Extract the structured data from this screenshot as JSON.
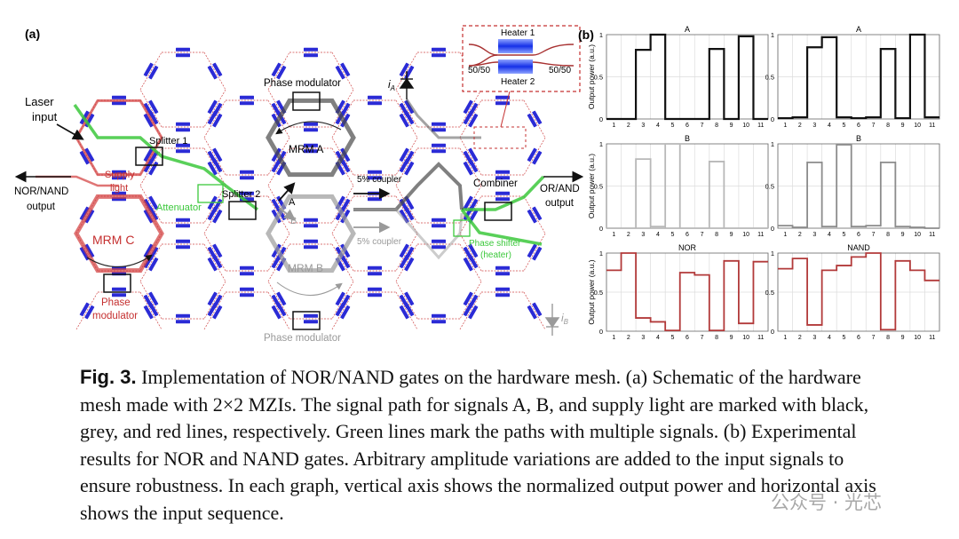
{
  "panel_a": {
    "tag": "(a)",
    "laser_input": [
      "Laser",
      "input"
    ],
    "nor_nand_output": [
      "NOR/NAND",
      "output"
    ],
    "or_and_output": [
      "OR/AND",
      "output"
    ],
    "splitter1": "Splitter 1",
    "splitter2": "Splitter 2",
    "supply_light": [
      "Supply",
      "light"
    ],
    "attenuator": "Attenuator",
    "mrm_c": "MRM C",
    "phase_modulator_c": [
      "Phase",
      "modulator"
    ],
    "phase_modulator_top": "Phase modulator",
    "phase_modulator_bottom": "Phase modulator",
    "mrm_a": "MRM A",
    "mrm_b": "MRM B",
    "a_label": "A",
    "b_label": "B",
    "coupler_top": "5% coupler",
    "coupler_bottom": "5% coupler",
    "combiner": "Combiner",
    "phase_shifter": [
      "Phase shifter",
      "(heater)"
    ],
    "i_a": "i",
    "i_a_sub": "A",
    "i_b": "i",
    "i_b_sub": "B",
    "inset": {
      "heater1": "Heater 1",
      "heater2": "Heater 2",
      "left_ratio": "50/50",
      "right_ratio": "50/50"
    },
    "colors": {
      "mzi": "#2b2bd6",
      "supply": "#d23a3a",
      "multi": "#3cc83c",
      "signal_a": "#4a4a4a",
      "signal_b": "#9a9a9a"
    }
  },
  "panel_b": {
    "tag": "(b)",
    "ylabel": "Output power (a.u.)",
    "x_ticks": [
      "1",
      "2",
      "3",
      "4",
      "5",
      "6",
      "7",
      "8",
      "9",
      "10",
      "11"
    ],
    "y_ticks": [
      "0",
      "0.5",
      "1"
    ]
  },
  "chart_data": [
    {
      "type": "line",
      "title": "A",
      "x": [
        1,
        2,
        3,
        4,
        5,
        6,
        7,
        8,
        9,
        10,
        11
      ],
      "values": [
        0,
        0,
        0.82,
        1.0,
        0,
        0,
        0,
        0.83,
        0,
        0.98,
        0
      ],
      "ylim": [
        0,
        1
      ],
      "color": "#111111"
    },
    {
      "type": "line",
      "title": "A",
      "x": [
        1,
        2,
        3,
        4,
        5,
        6,
        7,
        8,
        9,
        10,
        11
      ],
      "values": [
        0.01,
        0.02,
        0.85,
        0.97,
        0.02,
        0.01,
        0.02,
        0.83,
        0.01,
        1.0,
        0.02
      ],
      "ylim": [
        0,
        1
      ],
      "color": "#111111"
    },
    {
      "type": "line",
      "title": "B",
      "x": [
        1,
        2,
        3,
        4,
        5,
        6,
        7,
        8,
        9,
        10,
        11
      ],
      "values": [
        0,
        0,
        0.82,
        0.02,
        1.0,
        0,
        0,
        0.79,
        0,
        0,
        0
      ],
      "ylim": [
        0,
        1
      ],
      "color": "#b8b8b8"
    },
    {
      "type": "line",
      "title": "B",
      "x": [
        1,
        2,
        3,
        4,
        5,
        6,
        7,
        8,
        9,
        10,
        11
      ],
      "values": [
        0.03,
        0.01,
        0.78,
        0.02,
        0.99,
        0.02,
        0.03,
        0.78,
        0.02,
        0.01,
        0
      ],
      "ylim": [
        0,
        1
      ],
      "color": "#8c8c8c"
    },
    {
      "type": "line",
      "title": "NOR",
      "x": [
        1,
        2,
        3,
        4,
        5,
        6,
        7,
        8,
        9,
        10,
        11
      ],
      "values": [
        0.78,
        1.0,
        0.17,
        0.12,
        0.01,
        0.75,
        0.72,
        0.01,
        0.9,
        0.1,
        0.89
      ],
      "ylim": [
        0,
        1
      ],
      "color": "#b23a3a"
    },
    {
      "type": "line",
      "title": "NAND",
      "x": [
        1,
        2,
        3,
        4,
        5,
        6,
        7,
        8,
        9,
        10,
        11
      ],
      "values": [
        0.8,
        0.93,
        0.08,
        0.78,
        0.84,
        0.95,
        1.0,
        0.02,
        0.9,
        0.78,
        0.65
      ],
      "ylim": [
        0,
        1
      ],
      "color": "#b23a3a"
    }
  ],
  "caption": {
    "fig_label": "Fig. 3.",
    "text": " Implementation of NOR/NAND gates on the hardware mesh. (a) Schematic of the hardware mesh made with 2×2 MZIs. The signal path for signals A, B, and supply light are marked with black, grey, and red lines, respectively. Green lines mark the paths with multiple signals. (b) Experimental results for NOR and NAND gates. Arbitrary amplitude variations are added to the input signals to ensure robustness. In each graph, vertical axis shows the normalized output power and horizontal axis shows the input sequence."
  },
  "watermark": "公众号 · 光芯"
}
